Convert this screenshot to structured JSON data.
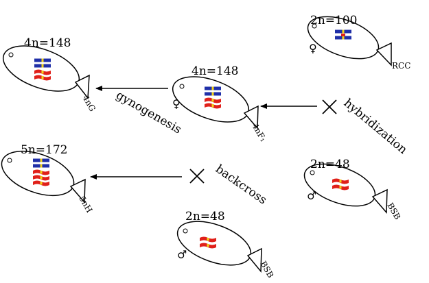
{
  "fish": {
    "rcc": {
      "ploidy": "2n=100",
      "name": "RCC",
      "sex": "♀"
    },
    "g4n": {
      "ploidy": "4n=148",
      "name": "4nG"
    },
    "f4n": {
      "ploidy": "4n=148",
      "name": "4nF₁",
      "sex": "♀"
    },
    "bsb1": {
      "ploidy": "2n=48",
      "name": "BSB",
      "sex": "♂"
    },
    "h5n": {
      "ploidy": "5n=172",
      "name": "5nH"
    },
    "bsb2": {
      "ploidy": "2n=48",
      "name": "BSB",
      "sex": "♂"
    }
  },
  "processes": {
    "gynogenesis": "gynogenesis",
    "hybridization": "hybridization",
    "backcross": "backcross"
  },
  "colors": {
    "outline": "#000000",
    "blue_chromosome": "#1f2fa8",
    "red_chromosome": "#e0201a",
    "yellow_band": "#f2d21c"
  }
}
